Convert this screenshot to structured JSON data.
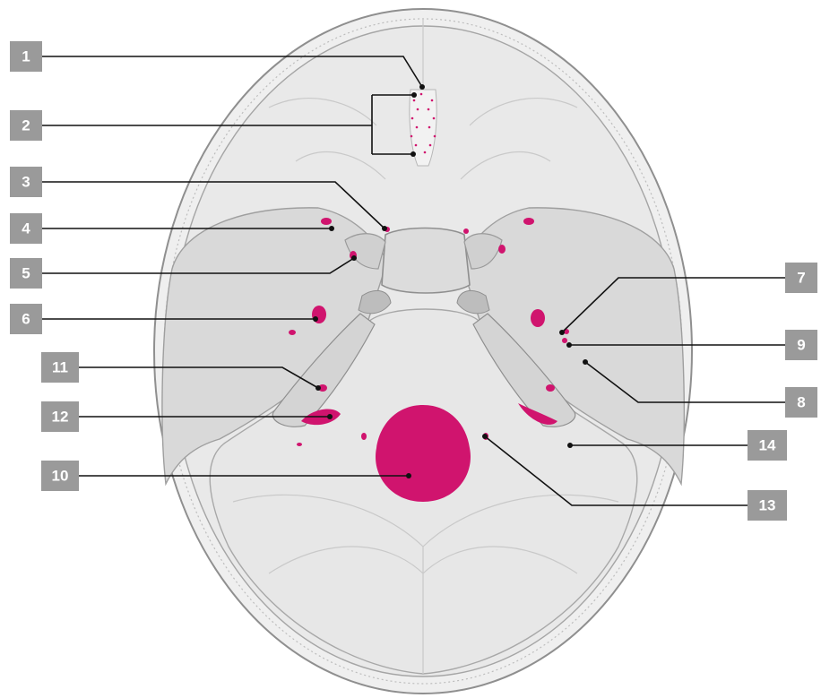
{
  "colors": {
    "foramen": "#d0146e",
    "bone_light": "#e8e8e8",
    "bone_mid": "#d6d6d6",
    "label_box": "#9a9a9a",
    "label_text": "#ffffff"
  },
  "labels": {
    "l1": "1",
    "l2": "2",
    "l3": "3",
    "l4": "4",
    "l5": "5",
    "l6": "6",
    "l7": "7",
    "l8": "8",
    "l9": "9",
    "l10": "10",
    "l11": "11",
    "l12": "12",
    "l13": "13",
    "l14": "14"
  }
}
